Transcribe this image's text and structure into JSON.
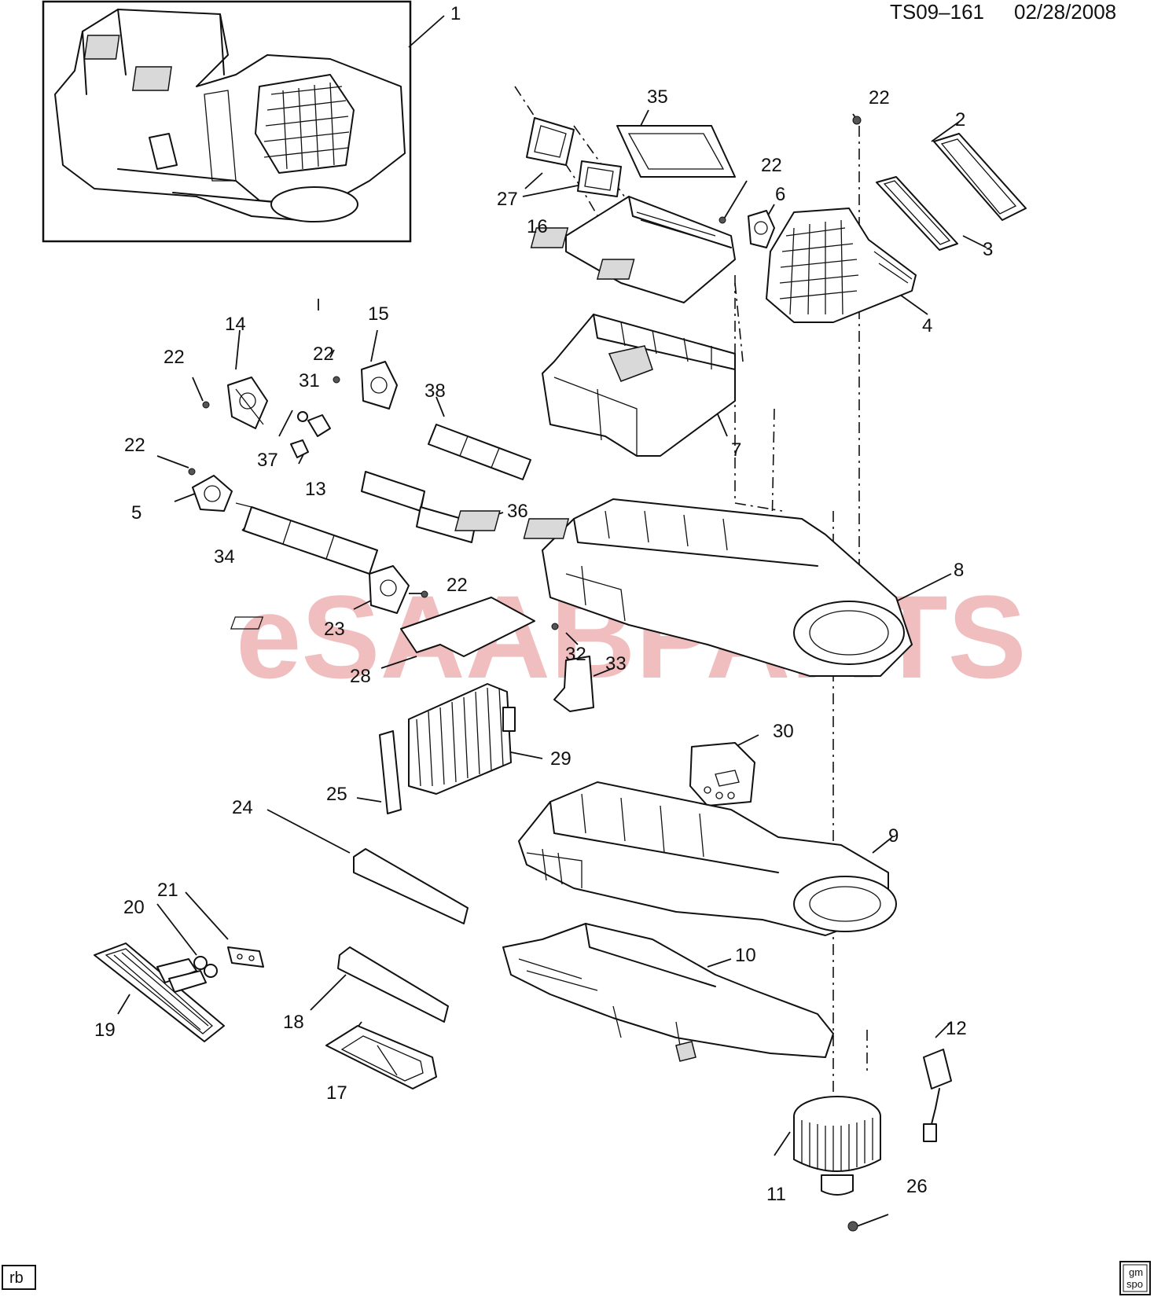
{
  "header": {
    "drawing_id": "TS09–161",
    "date": "02/28/2008"
  },
  "watermark": "eSAABPARTS",
  "footer": {
    "drafter_initials": "rb",
    "logo_text_top": "gm",
    "logo_text_bottom": "spo"
  },
  "callouts": {
    "c1": "1",
    "c2": "2",
    "c3": "3",
    "c4": "4",
    "c5": "5",
    "c6": "6",
    "c7": "7",
    "c8": "8",
    "c9": "9",
    "c10": "10",
    "c11": "11",
    "c12": "12",
    "c13": "13",
    "c14": "14",
    "c15": "15",
    "c16": "16",
    "c17": "17",
    "c18": "18",
    "c19": "19",
    "c20": "20",
    "c21": "21",
    "c22a": "22",
    "c22b": "22",
    "c22c": "22",
    "c22d": "22",
    "c22e": "22",
    "c22f": "22",
    "c23": "23",
    "c24": "24",
    "c25": "25",
    "c26": "26",
    "c27": "27",
    "c28": "28",
    "c29": "29",
    "c30": "30",
    "c31": "31",
    "c32": "32",
    "c33": "33",
    "c34": "34",
    "c35": "35",
    "c36": "36",
    "c37": "37",
    "c38": "38"
  },
  "colors": {
    "line": "#111111",
    "watermark": "#e07070",
    "background": "#ffffff"
  }
}
